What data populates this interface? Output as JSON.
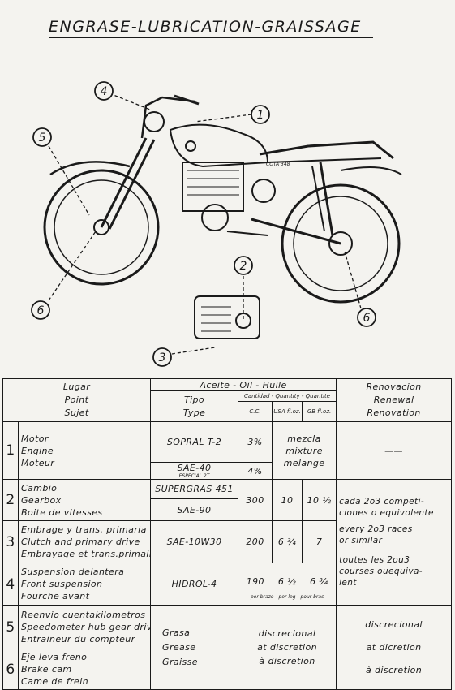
{
  "title": "ENGRASE-LUBRICATION-GRAISSAGE",
  "callouts": [
    "1",
    "2",
    "3",
    "4",
    "5",
    "6",
    "6"
  ],
  "drawing_labels": {
    "tank_logo": "COTA 348"
  },
  "table": {
    "header": {
      "place": [
        "Lugar",
        "Point",
        "Sujet"
      ],
      "oil_title": "Aceite - Oil - Huile",
      "type": [
        "Tipo",
        "Type"
      ],
      "quantity": "Cantidad - Quantity - Quantite",
      "cc": "C.C.",
      "usa": "USA fl.oz.",
      "gb": "GB fl.oz.",
      "renewal": [
        "Renovacion",
        "Renewal",
        "Renovation"
      ]
    },
    "rows": [
      {
        "num": "1",
        "place": [
          "Motor",
          "Engine",
          "Moteur"
        ],
        "types": [
          "SOPRAL T-2",
          "SAE-40"
        ],
        "type_sub": "ESPECIAL 2T",
        "cc": [
          "3%",
          "4%"
        ],
        "merged_qty": [
          "mezcla",
          "mixture",
          "melange"
        ],
        "renewal": "——"
      },
      {
        "num": "2",
        "place": [
          "Cambio",
          "Gearbox",
          "Boite de vitesses"
        ],
        "types": [
          "SUPERGRAS 451",
          "SAE-90"
        ],
        "cc": "300",
        "usa": "10",
        "gb": "10 ½",
        "renewal": [
          "cada 2o3 competi-",
          "ciones o equivolente",
          "every 2o3 races",
          "or similar",
          "toutes les 2ou3",
          "courses ouequiva-",
          "lent"
        ]
      },
      {
        "num": "3",
        "place": [
          "Embrage y trans. primaria",
          "Clutch and primary drive",
          "Embrayage et trans.primaire"
        ],
        "types": [
          "SAE-10W30"
        ],
        "cc": "200",
        "usa": "6 ¾",
        "gb": "7"
      },
      {
        "num": "4",
        "place": [
          "Suspension delantera",
          "Front suspension",
          "Fourche avant"
        ],
        "types": [
          "HIDROL-4"
        ],
        "cc": "190",
        "usa": "6 ½",
        "gb": "6 ¾",
        "note": "por brazo - per leg - pour bras"
      },
      {
        "num": "5",
        "place": [
          "Reenvio cuentakilometros",
          "Speedometer hub gear drive",
          "Entraineur du compteur"
        ]
      },
      {
        "num": "6",
        "place": [
          "Eje leva freno",
          "Brake cam",
          "Came de frein"
        ]
      }
    ],
    "grease": {
      "types": [
        "Grasa",
        "Grease",
        "Graisse"
      ],
      "qty": [
        "discrecional",
        "at discretion",
        "à discretion"
      ]
    },
    "renewal_discretion": [
      "discrecional",
      "at dicretion",
      "à discretion"
    ]
  }
}
